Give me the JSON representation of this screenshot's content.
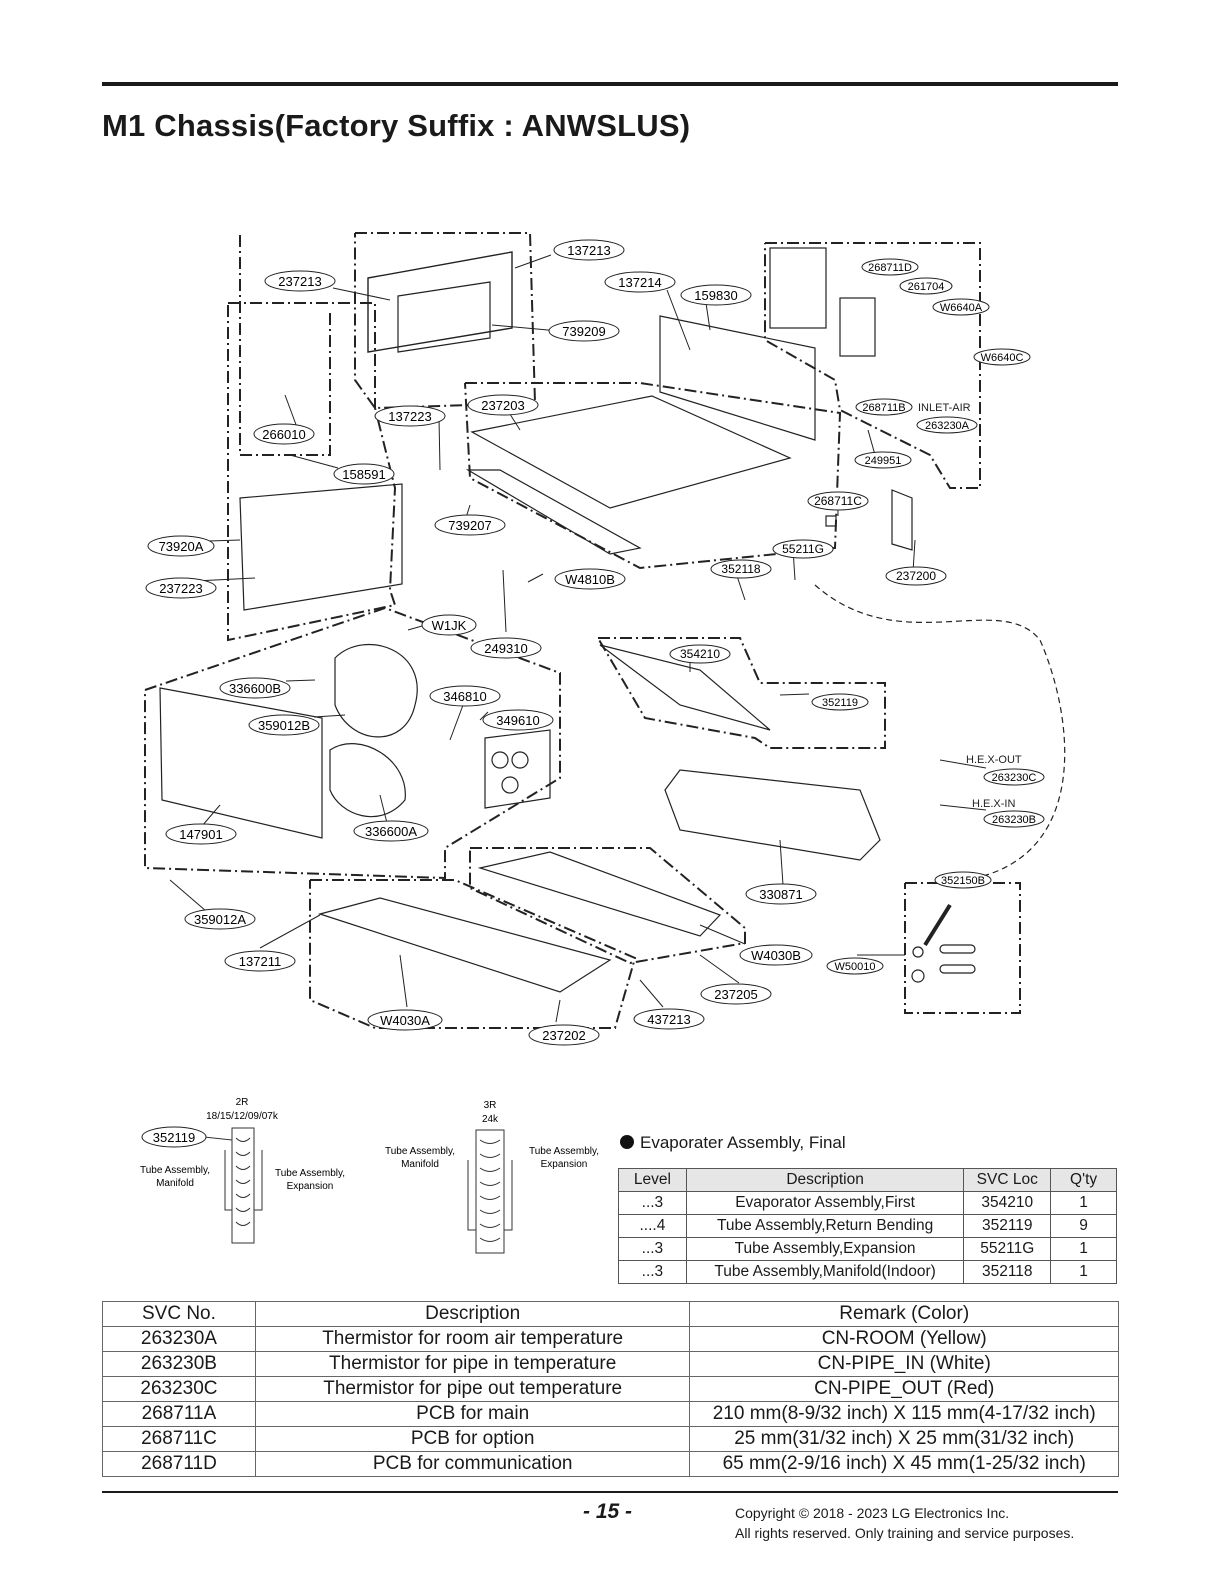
{
  "page": {
    "title": "M1 Chassis(Factory Suffix : ANWSLUS)",
    "page_number": "- 15 -",
    "copyright_line1": "Copyright © 2018 - 2023 LG Electronics Inc.",
    "copyright_line2": "All rights reserved. Only training and service purposes."
  },
  "diagram": {
    "part_labels": [
      "137213",
      "237213",
      "137214",
      "159830",
      "739209",
      "268711D",
      "261704",
      "W6640A",
      "W6640C",
      "137223",
      "237203",
      "266010",
      "158591",
      "268711B",
      "263230A",
      "249951",
      "268711C",
      "739207",
      "73920A",
      "55211G",
      "352118",
      "237200",
      "W4810B",
      "237223",
      "W1JK",
      "249310",
      "354210",
      "336600B",
      "346810",
      "352119",
      "349610",
      "359012B",
      "263230C",
      "263230B",
      "147901",
      "336600A",
      "352150B",
      "330871",
      "359012A",
      "W4030B",
      "W50010",
      "137211",
      "237205",
      "437213",
      "W4030A",
      "237202"
    ],
    "plain_labels": {
      "inlet_air": "INLET-AIR",
      "hex_out": "H.E.X-OUT",
      "hex_in": "H.E.X-IN"
    },
    "tube_2r": {
      "title": "2R",
      "models": "18/15/12/09/07k",
      "part": "352119",
      "left_label_1": "Tube Assembly,",
      "left_label_2": "Manifold",
      "right_label_1": "Tube Assembly,",
      "right_label_2": "Expansion"
    },
    "tube_3r": {
      "title": "3R",
      "models": "24k",
      "left_label_1": "Tube Assembly,",
      "left_label_2": "Manifold",
      "right_label_1": "Tube Assembly,",
      "right_label_2": "Expansion"
    }
  },
  "evaporator": {
    "heading": "Evaporater Assembly, Final",
    "headers": [
      "Level",
      "Description",
      "SVC Loc",
      "Q'ty"
    ],
    "rows": [
      [
        "...3",
        "Evaporator Assembly,First",
        "354210",
        "1"
      ],
      [
        "....4",
        "Tube Assembly,Return Bending",
        "352119",
        "9"
      ],
      [
        "...3",
        "Tube Assembly,Expansion",
        "55211G",
        "1"
      ],
      [
        "...3",
        "Tube Assembly,Manifold(Indoor)",
        "352118",
        "1"
      ]
    ]
  },
  "svc_table": {
    "headers": [
      "SVC No.",
      "Description",
      "Remark (Color)"
    ],
    "rows": [
      [
        "263230A",
        "Thermistor for room air temperature",
        "CN-ROOM (Yellow)"
      ],
      [
        "263230B",
        "Thermistor for pipe in temperature",
        "CN-PIPE_IN (White)"
      ],
      [
        "263230C",
        "Thermistor for pipe out temperature",
        "CN-PIPE_OUT (Red)"
      ],
      [
        "268711A",
        "PCB for main",
        "210 mm(8-9/32 inch) X 115 mm(4-17/32 inch)"
      ],
      [
        "268711C",
        "PCB for option",
        "25 mm(31/32 inch) X 25 mm(31/32 inch)"
      ],
      [
        "268711D",
        "PCB for communication",
        "65 mm(2-9/16 inch) X 45 mm(1-25/32 inch)"
      ]
    ]
  }
}
